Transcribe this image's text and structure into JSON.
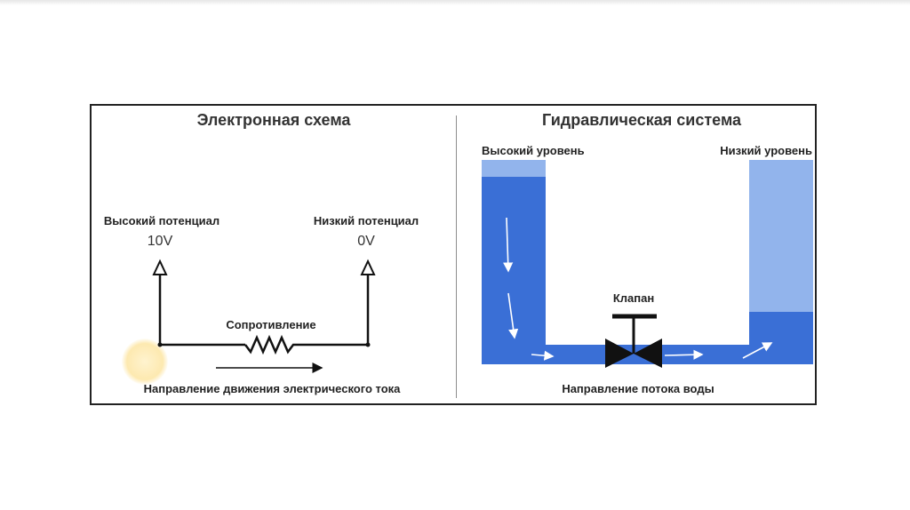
{
  "electronic": {
    "title": "Электронная схема",
    "high_label": "Высокий потенциал",
    "high_value": "10V",
    "low_label": "Низкий потенциал",
    "low_value": "0V",
    "resistor_label": "Сопротивление",
    "current_label": "Направление движения электрического тока"
  },
  "hydraulic": {
    "title": "Гидравлическая система",
    "high_label": "Высокий уровень",
    "low_label": "Низкий уровень",
    "valve_label": "Клапан",
    "flow_label": "Направление потока воды"
  },
  "colors": {
    "water_dark": "#3a6fd6",
    "water_light": "#92b4ec",
    "wire": "#111111"
  }
}
